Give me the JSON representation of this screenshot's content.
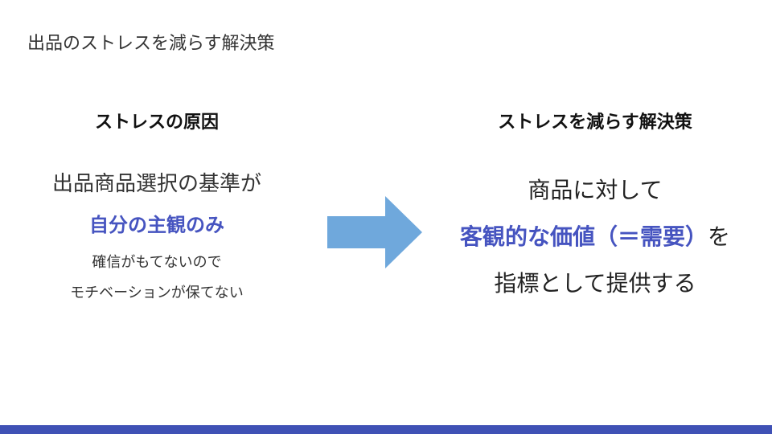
{
  "slide": {
    "title": "出品のストレスを減らす解決策"
  },
  "left": {
    "heading": "ストレスの原因",
    "line1": "出品商品選択の基準が",
    "emphasis": "自分の主観のみ",
    "detail1": "確信がもてないので",
    "detail2": "モチベーションが保てない"
  },
  "right": {
    "heading": "ストレスを減らす解決策",
    "line1": "商品に対して",
    "emphasis": "客観的な価値（＝需要）",
    "line2_suffix": "を",
    "line3": "指標として提供する"
  },
  "colors": {
    "accent": "#4654c0",
    "arrow": "#6fa8dc",
    "bar": "#3f51b5"
  },
  "icons": {
    "arrow": "right-arrow-icon"
  }
}
